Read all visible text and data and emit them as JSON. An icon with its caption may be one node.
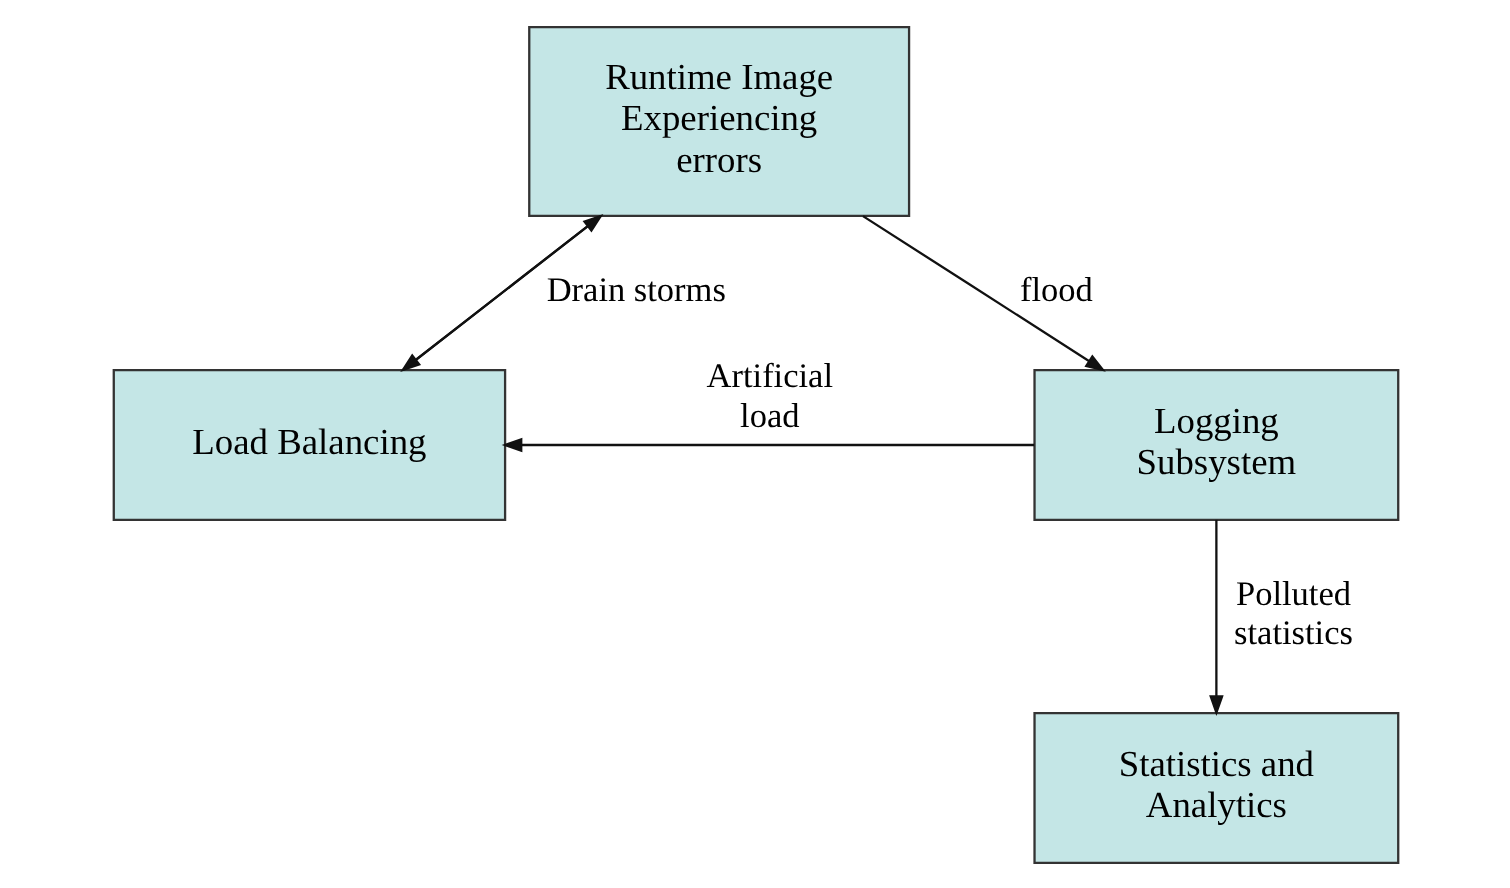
{
  "diagram": {
    "nodes": [
      {
        "text": [
          "Runtime Image Experiencing errors"
        ]
      },
      {
        "text": [
          "Load Balancing"
        ]
      },
      {
        "text": [
          "Logging Subsystem"
        ]
      },
      {
        "text": [
          "Statistics and Analytics"
        ]
      }
    ],
    "edges": [
      {
        "from": 1,
        "to": 0,
        "arrow": "to",
        "label": "Drain storms"
      },
      {
        "from": 0,
        "to": 1,
        "arrow": "to"
      },
      {
        "from": 0,
        "to": 2,
        "arrow": "to",
        "label": "flood"
      },
      {
        "from": 2,
        "to": 1,
        "arrow": "to",
        "label": "Artificial load"
      },
      {
        "from": 2,
        "to": 3,
        "arrow": "to",
        "label": "Polluted statistics"
      }
    ]
  }
}
